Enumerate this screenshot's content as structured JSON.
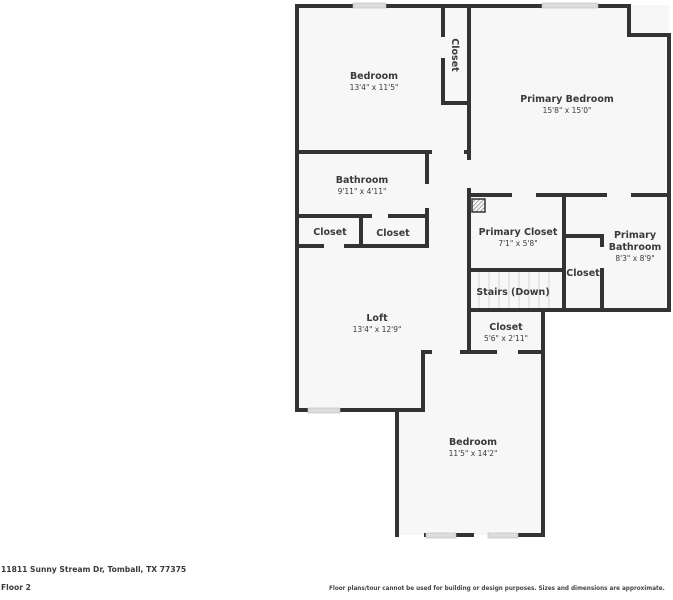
{
  "floor_plan": {
    "rooms": [
      {
        "id": "bedroom-1",
        "name": "Bedroom",
        "dimensions": "13'4\" x 11'5\""
      },
      {
        "id": "closet-bedroom-1",
        "name": "Closet",
        "dimensions": ""
      },
      {
        "id": "primary-bedroom",
        "name": "Primary Bedroom",
        "dimensions": "15'8\" x 15'0\""
      },
      {
        "id": "bathroom",
        "name": "Bathroom",
        "dimensions": "9'11\" x 4'11\""
      },
      {
        "id": "closet-left",
        "name": "Closet",
        "dimensions": ""
      },
      {
        "id": "closet-mid",
        "name": "Closet",
        "dimensions": ""
      },
      {
        "id": "primary-closet",
        "name": "Primary Closet",
        "dimensions": "7'1\" x 5'8\""
      },
      {
        "id": "primary-bathroom",
        "name_line1": "Primary",
        "name_line2": "Bathroom",
        "dimensions": "8'3\" x 8'9\""
      },
      {
        "id": "closet-primary-bath",
        "name": "Closet",
        "dimensions": ""
      },
      {
        "id": "stairs",
        "name": "Stairs (Down)",
        "dimensions": ""
      },
      {
        "id": "loft",
        "name": "Loft",
        "dimensions": "13'4\" x 12'9\""
      },
      {
        "id": "closet-loft",
        "name": "Closet",
        "dimensions": "5'6\" x 2'11\""
      },
      {
        "id": "bedroom-2",
        "name": "Bedroom",
        "dimensions": "11'5\" x 14'2\""
      }
    ],
    "colors": {
      "wall": "#333333",
      "floor": "#f7f7f7",
      "window": "#dddddd"
    }
  },
  "footer": {
    "address": "11811 Sunny Stream Dr, Tomball, TX 77375",
    "floor": "Floor 2",
    "disclaimer": "Floor plans/tour cannot be used for building or design purposes. Sizes and dimensions are approximate."
  }
}
